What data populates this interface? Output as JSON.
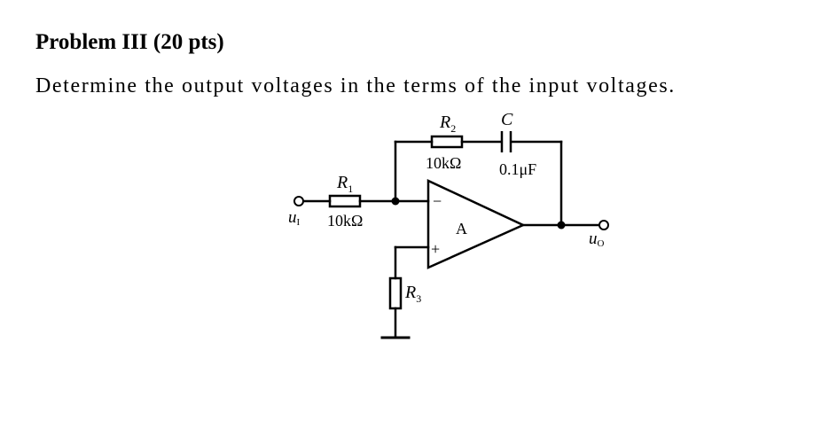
{
  "problem": {
    "title": "Problem III (20 pts)",
    "statement": "Determine the output voltages in the terms of the input voltages."
  },
  "circuit": {
    "r1": {
      "name": "R",
      "sub": "1",
      "value": "10kΩ"
    },
    "r2": {
      "name": "R",
      "sub": "2",
      "value": "10kΩ"
    },
    "r3": {
      "name": "R",
      "sub": "3"
    },
    "capacitor": {
      "name": "C",
      "value": "0.1μF"
    },
    "opamp": {
      "label": "A",
      "inverting": "−",
      "noninverting": "+"
    },
    "input": {
      "name": "u",
      "sub": "I"
    },
    "output": {
      "name": "u",
      "sub": "O"
    }
  }
}
